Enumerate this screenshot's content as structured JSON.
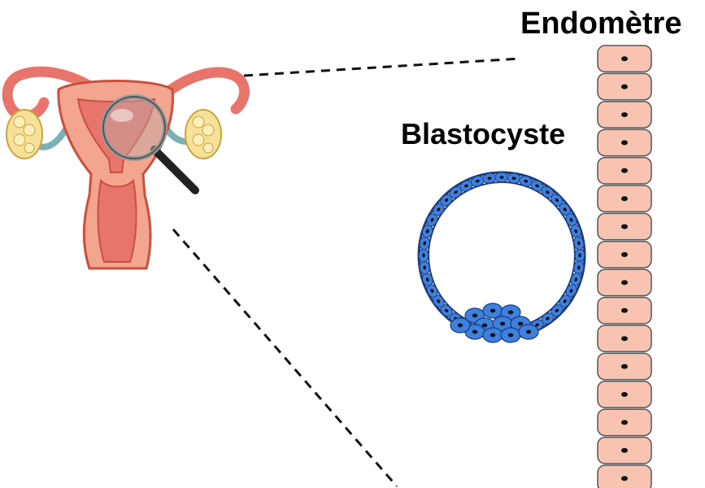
{
  "labels": {
    "endometrium": "Endomètre",
    "blastocyst": "Blastocyste"
  },
  "icons": {
    "uterus": "uterus-icon",
    "magnifier": "magnifying-glass-icon"
  },
  "colors": {
    "background": "#ffffff",
    "uterus_outer": "#f3a58f",
    "uterus_inner": "#e8756b",
    "uterus_stroke": "#c9503f",
    "ovary": "#f7e09a",
    "ovary_stroke": "#c9a53a",
    "ligament": "#7ab1b5",
    "endometrial_cell_fill": "#f8c3b1",
    "endometrial_cell_stroke": "#555555",
    "blastocyst_cell": "#3f80df",
    "blastocyst_stroke": "#1a3c7a",
    "nucleus": "#111111",
    "dashed_line": "#111111"
  },
  "structure": {
    "endometrium_cell_count": 16,
    "trophoblast_cell_count": 40,
    "inner_cell_mass_count": 11
  }
}
